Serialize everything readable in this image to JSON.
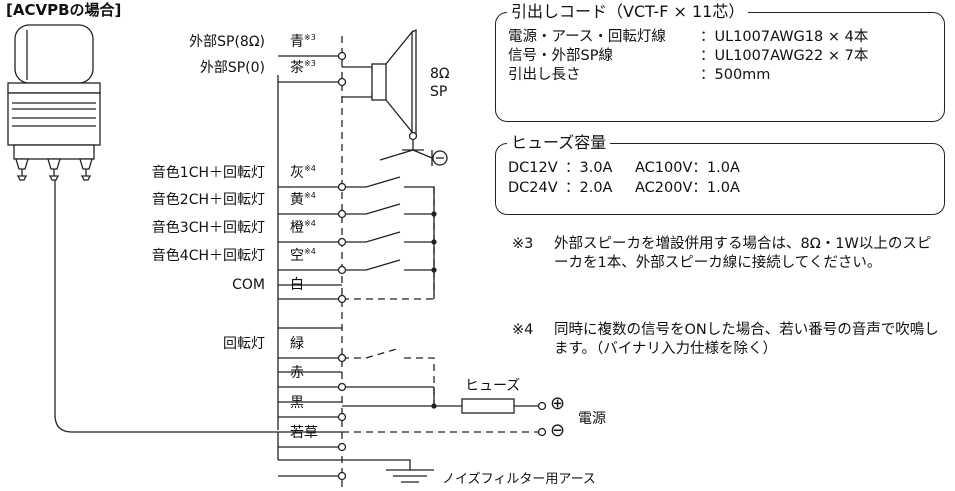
{
  "title": "[ACVPBの場合]",
  "wires": [
    {
      "id": "blue",
      "label": "外部SP(8Ω)",
      "color": "青",
      "note": "※3"
    },
    {
      "id": "brown",
      "label": "外部SP(0)",
      "color": "茶",
      "note": "※3"
    },
    {
      "id": "gray",
      "label": "音色1CH＋回転灯",
      "color": "灰",
      "note": "※4"
    },
    {
      "id": "yellow",
      "label": "音色2CH＋回転灯",
      "color": "黄",
      "note": "※4"
    },
    {
      "id": "orange",
      "label": "音色3CH＋回転灯",
      "color": "橙",
      "note": "※4"
    },
    {
      "id": "skyblue",
      "label": "音色4CH＋回転灯",
      "color": "空",
      "note": "※4"
    },
    {
      "id": "white",
      "label": "COM",
      "color": "白",
      "note": ""
    },
    {
      "id": "green",
      "label": "回転灯",
      "color": "緑",
      "note": ""
    },
    {
      "id": "red",
      "label": "",
      "color": "赤",
      "note": ""
    },
    {
      "id": "black",
      "label": "",
      "color": "黒",
      "note": ""
    },
    {
      "id": "lightgreen",
      "label": "",
      "color": "若草",
      "note": ""
    }
  ],
  "speaker": {
    "line1": "8Ω",
    "line2": "SP"
  },
  "fuse_label": "ヒューズ",
  "power_label": "電源",
  "plus_symbol": "⊕",
  "minus_symbol": "⊖",
  "ground_label": "ノイズフィルター用アース",
  "cord_box": {
    "title": "引出しコード（VCT-F × 11芯）",
    "rows": [
      {
        "k": "電源・アース・回転灯線",
        "v": "：UL1007AWG18 × 4本"
      },
      {
        "k": "信号・外部SP線",
        "v": "：UL1007AWG22 × 7本"
      },
      {
        "k": "引出し長さ",
        "v": "：500mm"
      }
    ]
  },
  "fuse_box": {
    "title": "ヒューズ容量",
    "rows": [
      {
        "a": "DC12V",
        "b": "：3.0A",
        "c": "AC100V：1.0A"
      },
      {
        "a": "DC24V",
        "b": "：2.0A",
        "c": "AC200V：1.0A"
      }
    ]
  },
  "notes": [
    {
      "mark": "※3",
      "text": "外部スピーカを増設併用する場合は、8Ω・1W以上のスピーカを1本、外部スピーカ線に接続してください。"
    },
    {
      "mark": "※4",
      "text": "同時に複数の信号をONした場合、若い番号の音声で吹鳴します。（バイナリ入力仕様を除く）"
    }
  ]
}
